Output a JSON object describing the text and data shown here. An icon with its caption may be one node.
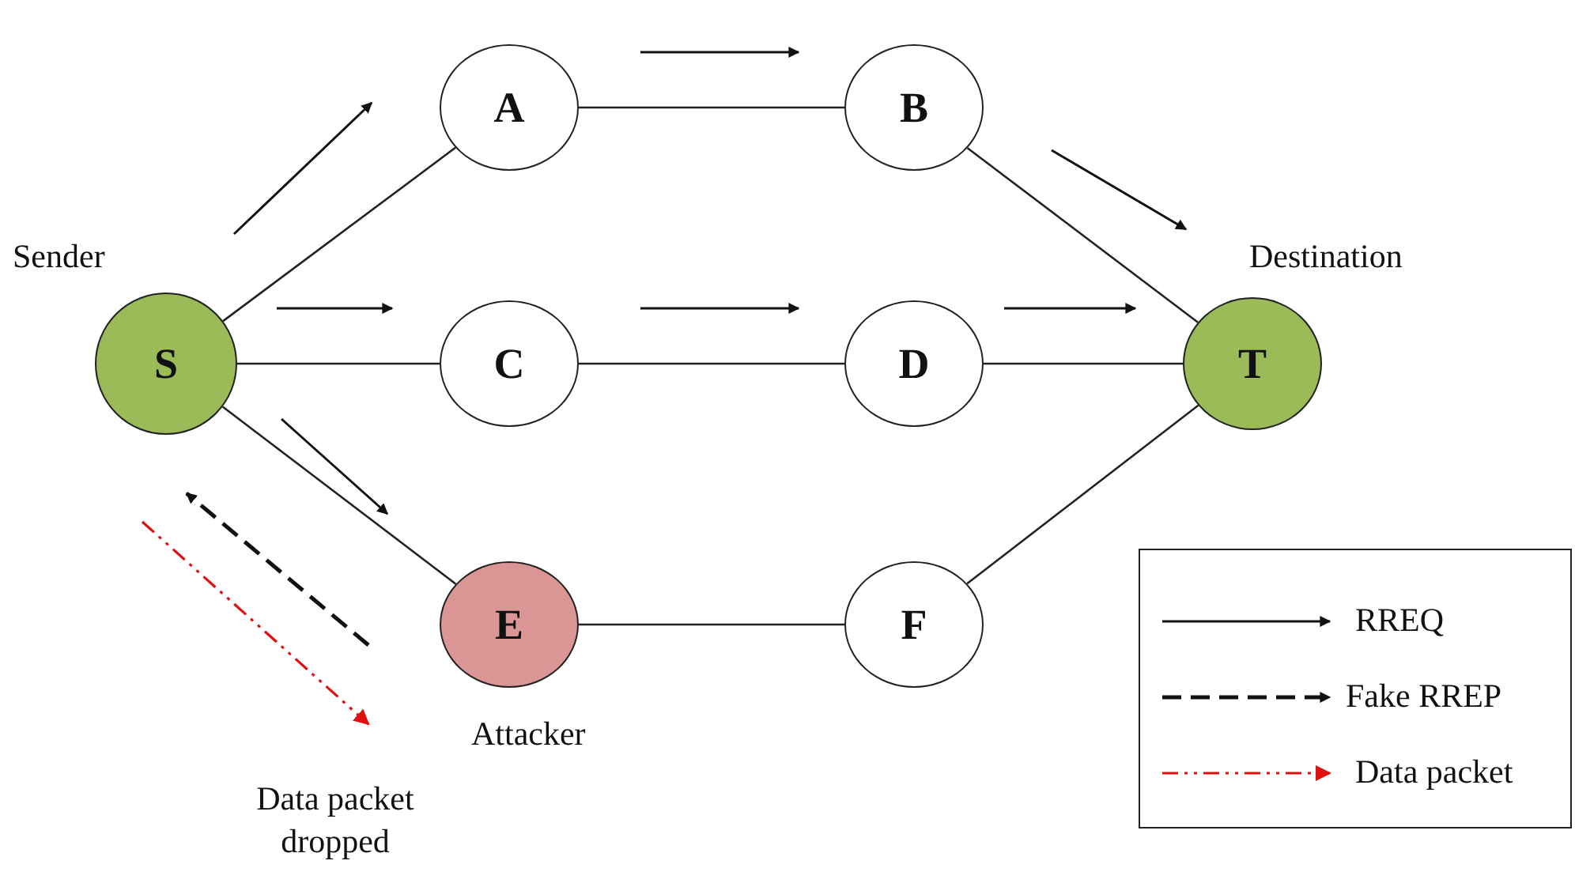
{
  "diagram": {
    "nodes": [
      {
        "text": [
          "S"
        ],
        "beside": [
          "Sender"
        ]
      },
      {
        "text": [
          "A"
        ]
      },
      {
        "text": [
          "B"
        ]
      },
      {
        "text": [
          "C"
        ]
      },
      {
        "text": [
          "D"
        ]
      },
      {
        "text": [
          "T"
        ],
        "beside": [
          "Destination"
        ]
      },
      {
        "text": [
          "E"
        ],
        "beside": [
          "Attacker"
        ]
      },
      {
        "text": [
          "F"
        ]
      }
    ],
    "edges": [
      {
        "from": 0,
        "to": 1,
        "arrow": "none"
      },
      {
        "from": 1,
        "to": 2,
        "arrow": "none"
      },
      {
        "from": 2,
        "to": 5,
        "arrow": "none"
      },
      {
        "from": 0,
        "to": 3,
        "arrow": "none"
      },
      {
        "from": 3,
        "to": 4,
        "arrow": "none"
      },
      {
        "from": 4,
        "to": 5,
        "arrow": "none"
      },
      {
        "from": 0,
        "to": 6,
        "arrow": "none"
      },
      {
        "from": 6,
        "to": 7,
        "arrow": "none"
      },
      {
        "from": 7,
        "to": 5,
        "arrow": "none"
      }
    ],
    "labels": [
      "Data packet dropped"
    ],
    "legend": [
      {
        "text": "RREQ"
      },
      {
        "text": "Fake RREP"
      },
      {
        "text": "Data packet"
      }
    ]
  }
}
